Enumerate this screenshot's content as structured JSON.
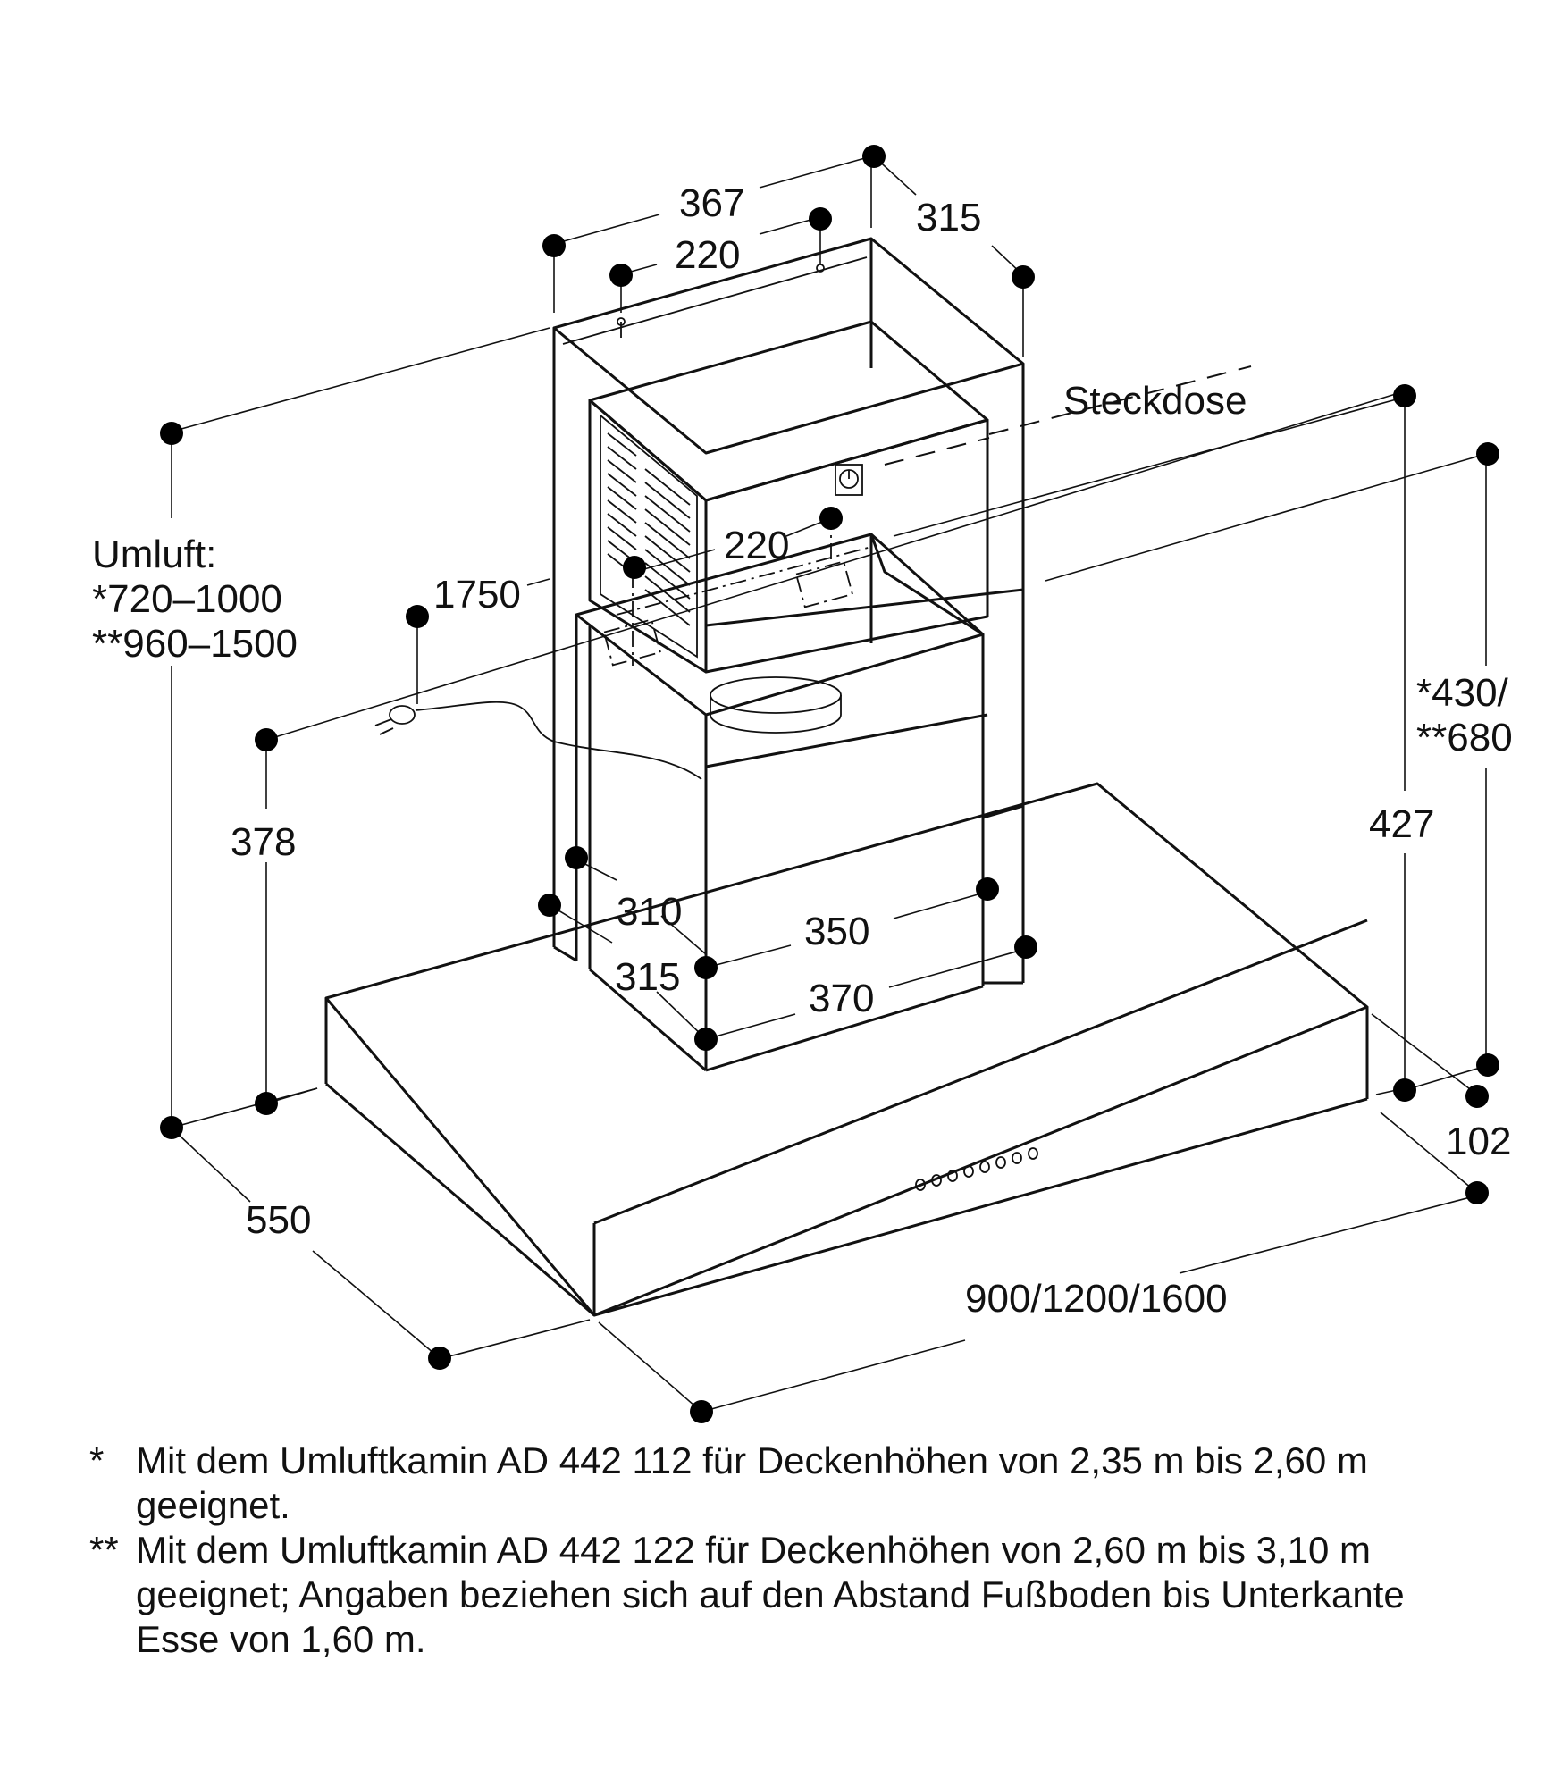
{
  "labels": {
    "umluft": "Umluft:",
    "umluft_1": "*720–1000",
    "umluft_2": "**960–1500",
    "steckdose": "Steckdose",
    "right_1": "*430/",
    "right_2": "**680"
  },
  "dimensions": {
    "d367": "367",
    "d315_top": "315",
    "d220_top": "220",
    "d220_mid": "220",
    "d1750": "1750",
    "d378": "378",
    "d427": "427",
    "d310": "310",
    "d350": "350",
    "d315_low": "315",
    "d370": "370",
    "d102": "102",
    "d550": "550",
    "d_width": "900/1200/1600"
  },
  "notes": [
    {
      "mark": "*",
      "text": "Mit dem Umluftkamin AD 442 112 für Deckenhöhen von 2,35 m bis 2,60 m geeignet."
    },
    {
      "mark": "**",
      "text": "Mit dem Umluftkamin AD 442 122 für Deckenhöhen von 2,60 m bis 3,10 m geeignet; Angaben beziehen sich auf den Abstand Fußboden bis Unterkante Esse von 1,60 m."
    }
  ]
}
